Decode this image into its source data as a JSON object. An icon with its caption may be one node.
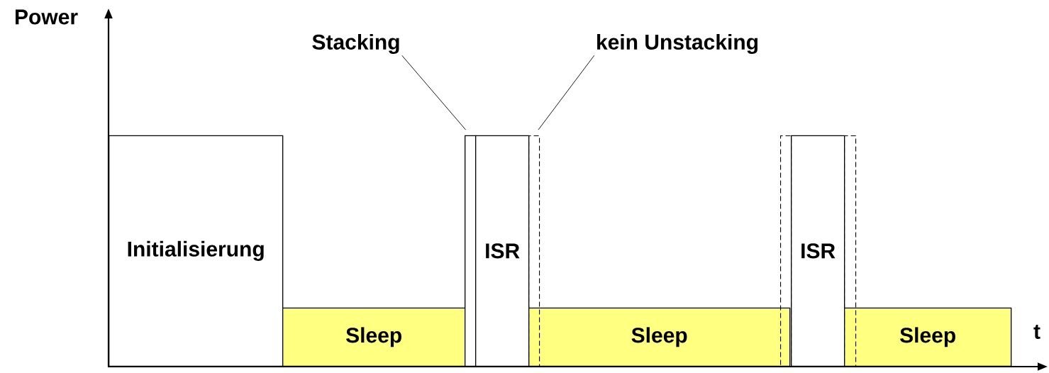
{
  "diagram": {
    "nodes": [
      {
        "text": [
          "Initialisierung"
        ]
      },
      {
        "text": [
          "Sleep"
        ]
      },
      {
        "text": [],
        "shape": "box"
      },
      {
        "text": [
          "ISR"
        ]
      },
      {
        "text": [],
        "shape": "box"
      },
      {
        "text": [
          "Sleep"
        ]
      },
      {
        "text": [],
        "shape": "box"
      },
      {
        "text": [
          "ISR"
        ]
      },
      {
        "text": [],
        "shape": "box"
      },
      {
        "text": [
          "Sleep"
        ]
      },
      {
        "text": [
          "Stacking"
        ]
      },
      {
        "text": [
          "kein Unstacking"
        ]
      }
    ],
    "edges": [
      {
        "from": 10,
        "to": 2,
        "arrow": "none"
      },
      {
        "from": 11,
        "to": 4,
        "arrow": "none"
      }
    ],
    "labels": [
      "Power",
      "t"
    ]
  }
}
